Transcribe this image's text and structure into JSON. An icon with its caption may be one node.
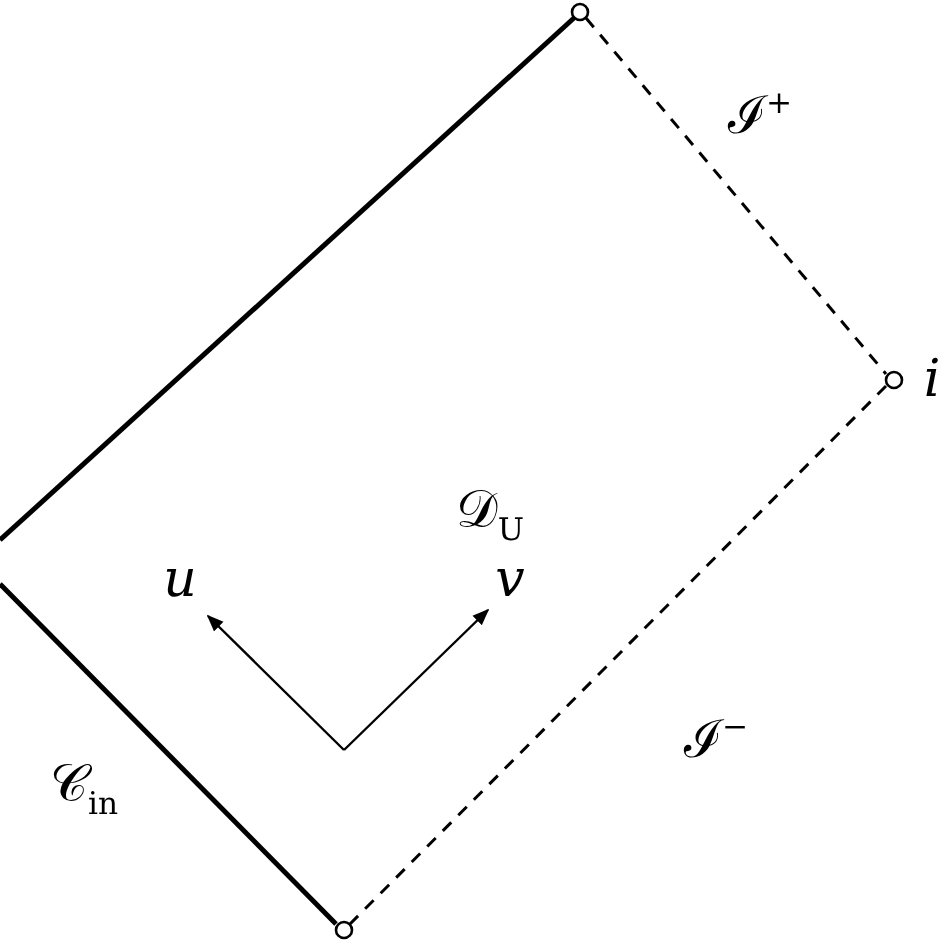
{
  "diagram": {
    "labels": [
      "ℐ$^{+}$",
      "i",
      "𝒟$_{U}$",
      "u",
      "v",
      "ℐ$^{−}$",
      "𝒞$_{in}$"
    ]
  }
}
